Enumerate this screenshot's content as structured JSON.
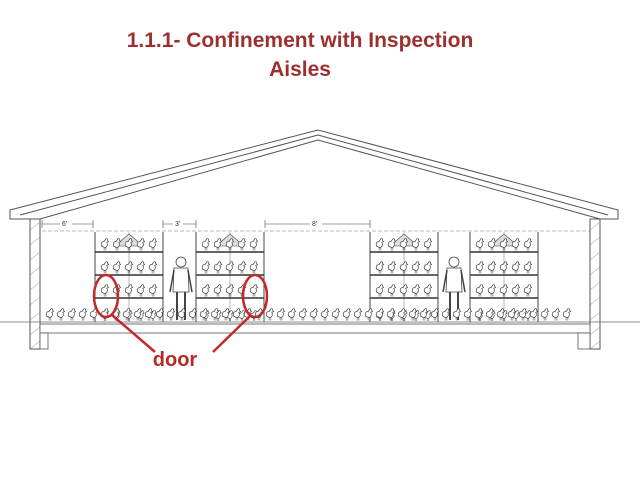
{
  "title": {
    "line1": "1.1.1- Confinement with Inspection",
    "line2": "Aisles"
  },
  "diagram": {
    "dimensions": [
      "6'",
      "3'",
      "8'"
    ],
    "callout_label": "door",
    "callout_color": "#b72a2a",
    "title_color": "#9e2f2f",
    "line_color": "#555555"
  }
}
